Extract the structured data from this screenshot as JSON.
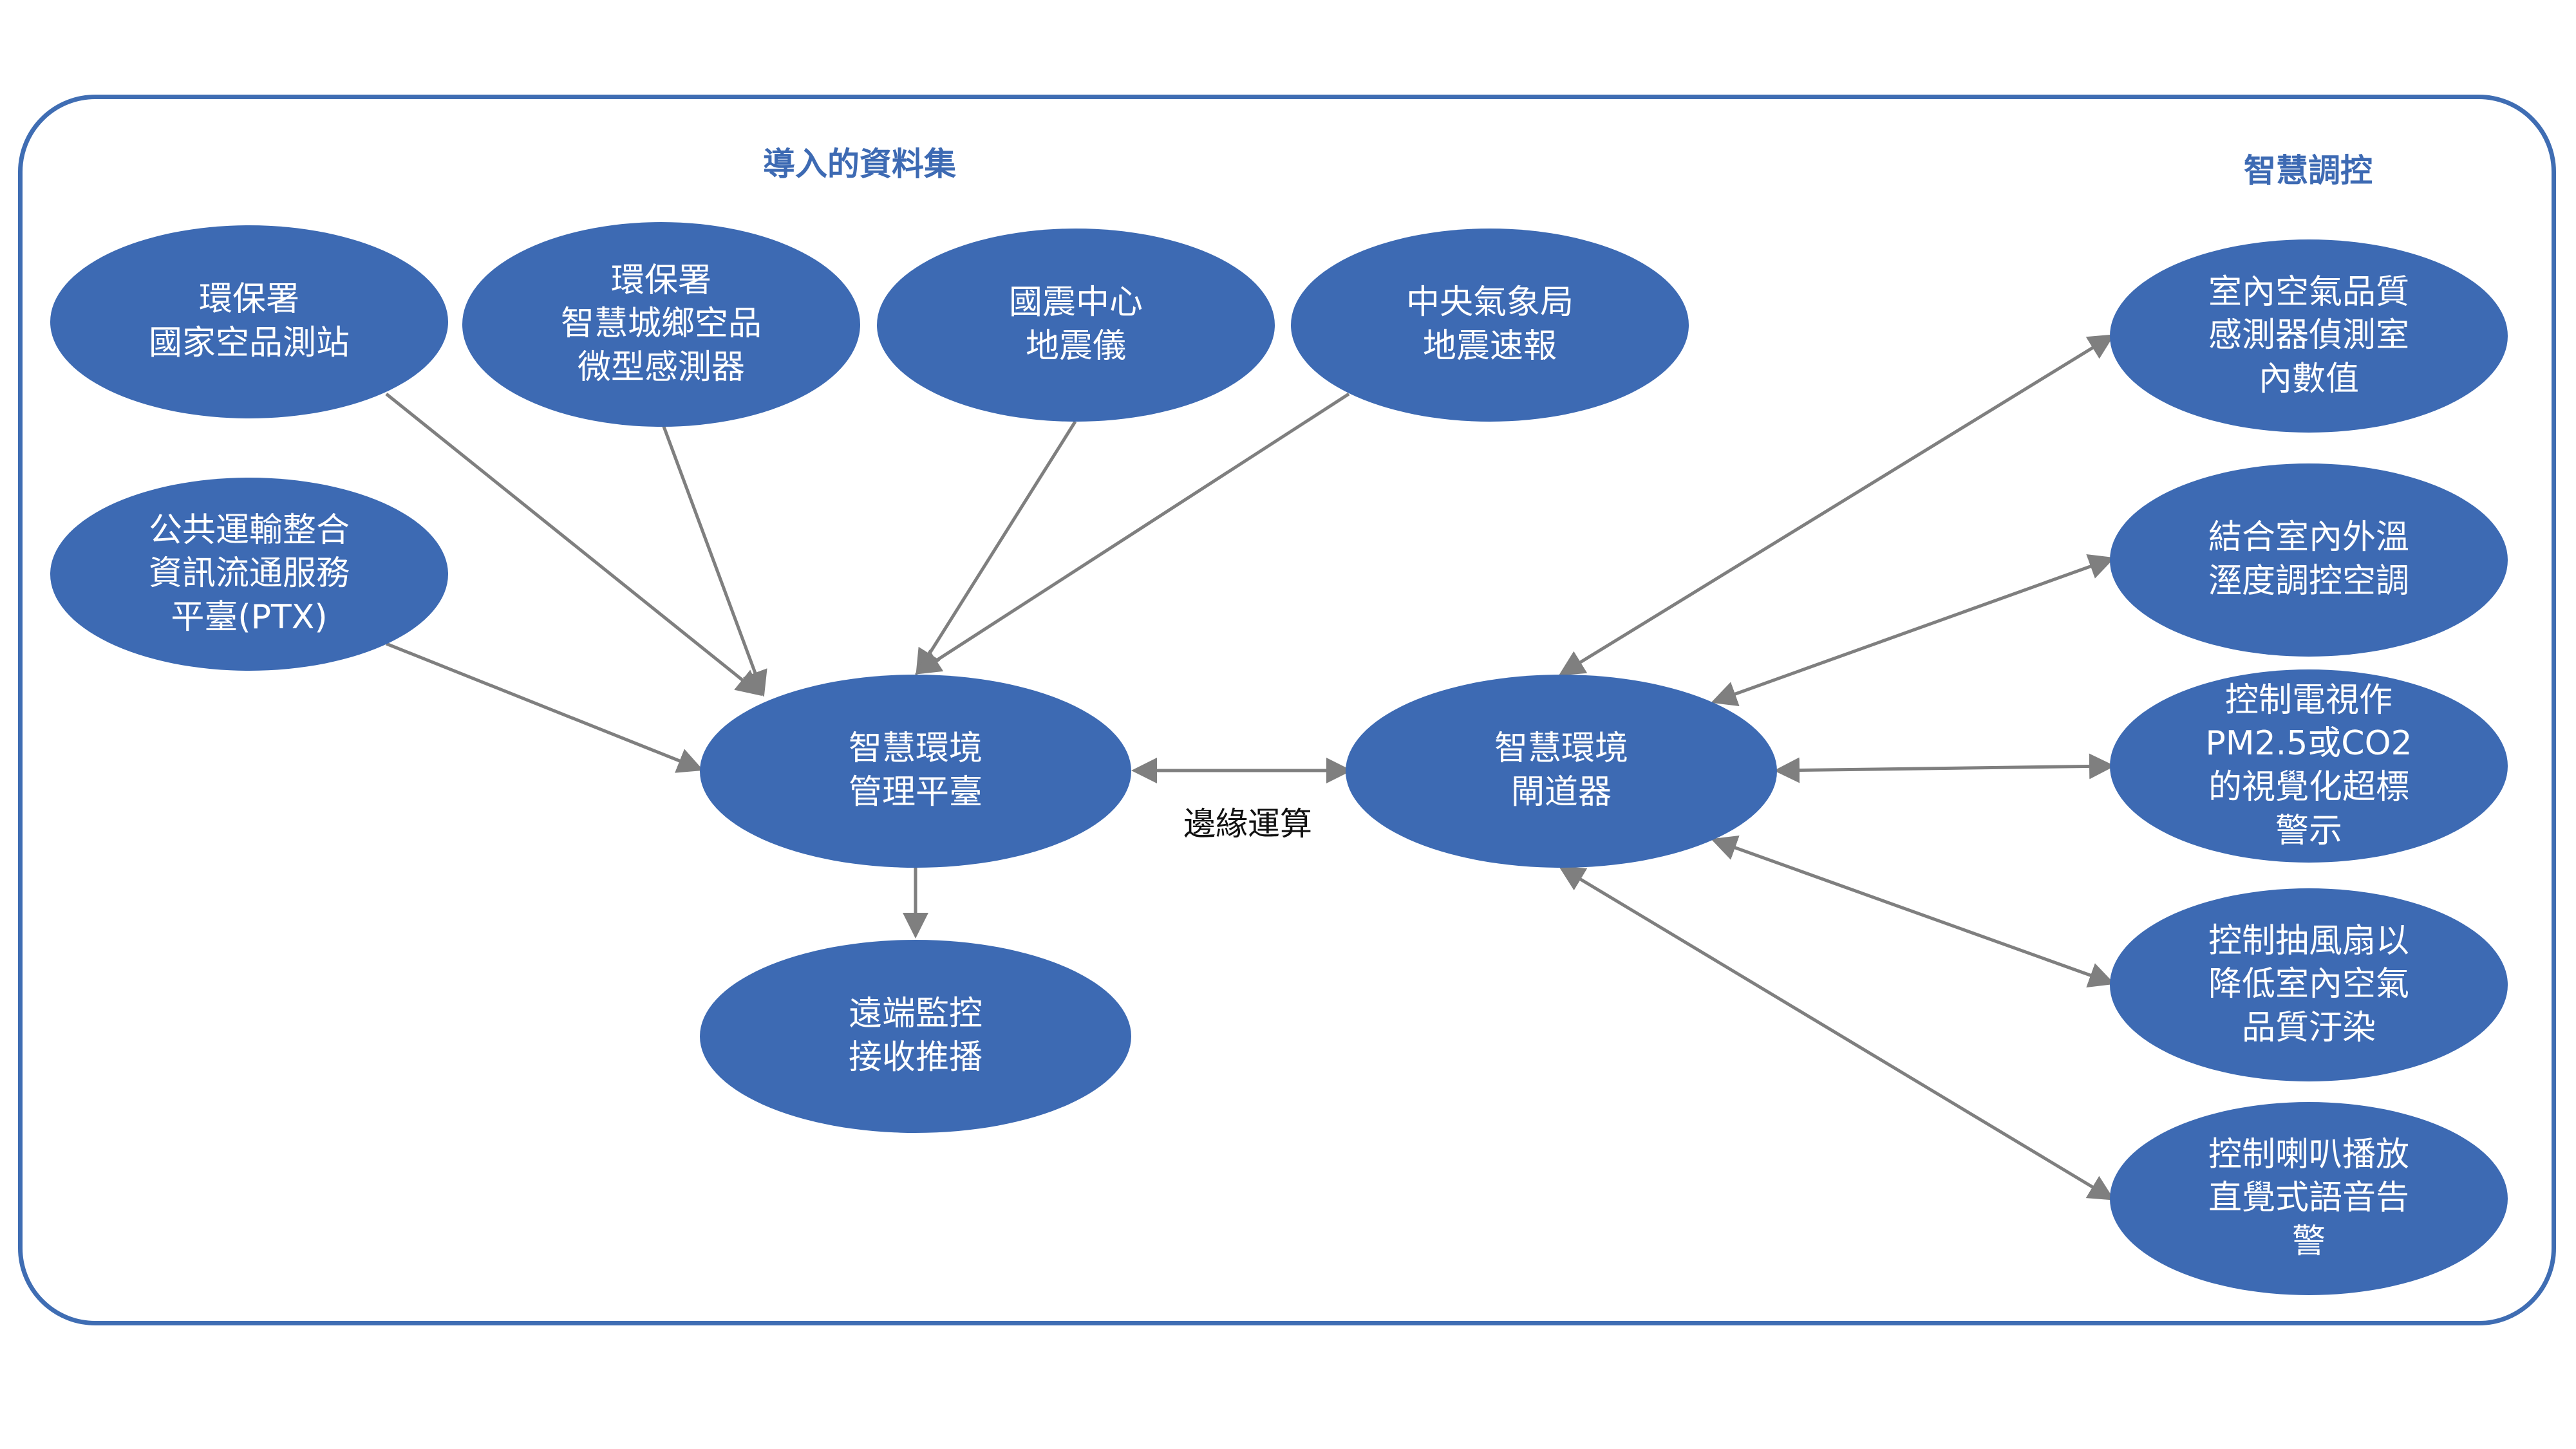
{
  "headings": {
    "datasets": "導入的資料集",
    "control": "智慧調控"
  },
  "edge_label": "邊緣運算",
  "nodes": {
    "epa_station": {
      "lines": [
        "環保署",
        "國家空品測站"
      ]
    },
    "epa_micro": {
      "lines": [
        "環保署",
        "智慧城鄉空品",
        "微型感測器"
      ]
    },
    "quake_center": {
      "lines": [
        "國震中心",
        "地震儀"
      ]
    },
    "cwb": {
      "lines": [
        "中央氣象局",
        "地震速報"
      ]
    },
    "ptx": {
      "lines": [
        "公共運輸整合",
        "資訊流通服務",
        "平臺(PTX)"
      ]
    },
    "platform": {
      "lines": [
        "智慧環境",
        "管理平臺"
      ]
    },
    "gateway": {
      "lines": [
        "智慧環境",
        "閘道器"
      ]
    },
    "remote": {
      "lines": [
        "遠端監控",
        "接收推播"
      ]
    },
    "indoor_aq": {
      "lines": [
        "室內空氣品質",
        "感測器偵測室",
        "內數值"
      ]
    },
    "ac": {
      "lines": [
        "結合室內外溫",
        "溼度調控空調"
      ]
    },
    "tv": {
      "lines": [
        "控制電視作",
        "PM2.5或CO2",
        "的視覺化超標",
        "警示"
      ]
    },
    "fan": {
      "lines": [
        "控制抽風扇以",
        "降低室內空氣",
        "品質汙染"
      ]
    },
    "speaker": {
      "lines": [
        "控制喇叭播放",
        "直覺式語音告",
        "警"
      ]
    }
  },
  "colors": {
    "node_fill": "#3D6AB3",
    "frame": "#3F6DB3",
    "arrow": "#7F7F7F",
    "heading": "#3D6AB3"
  }
}
